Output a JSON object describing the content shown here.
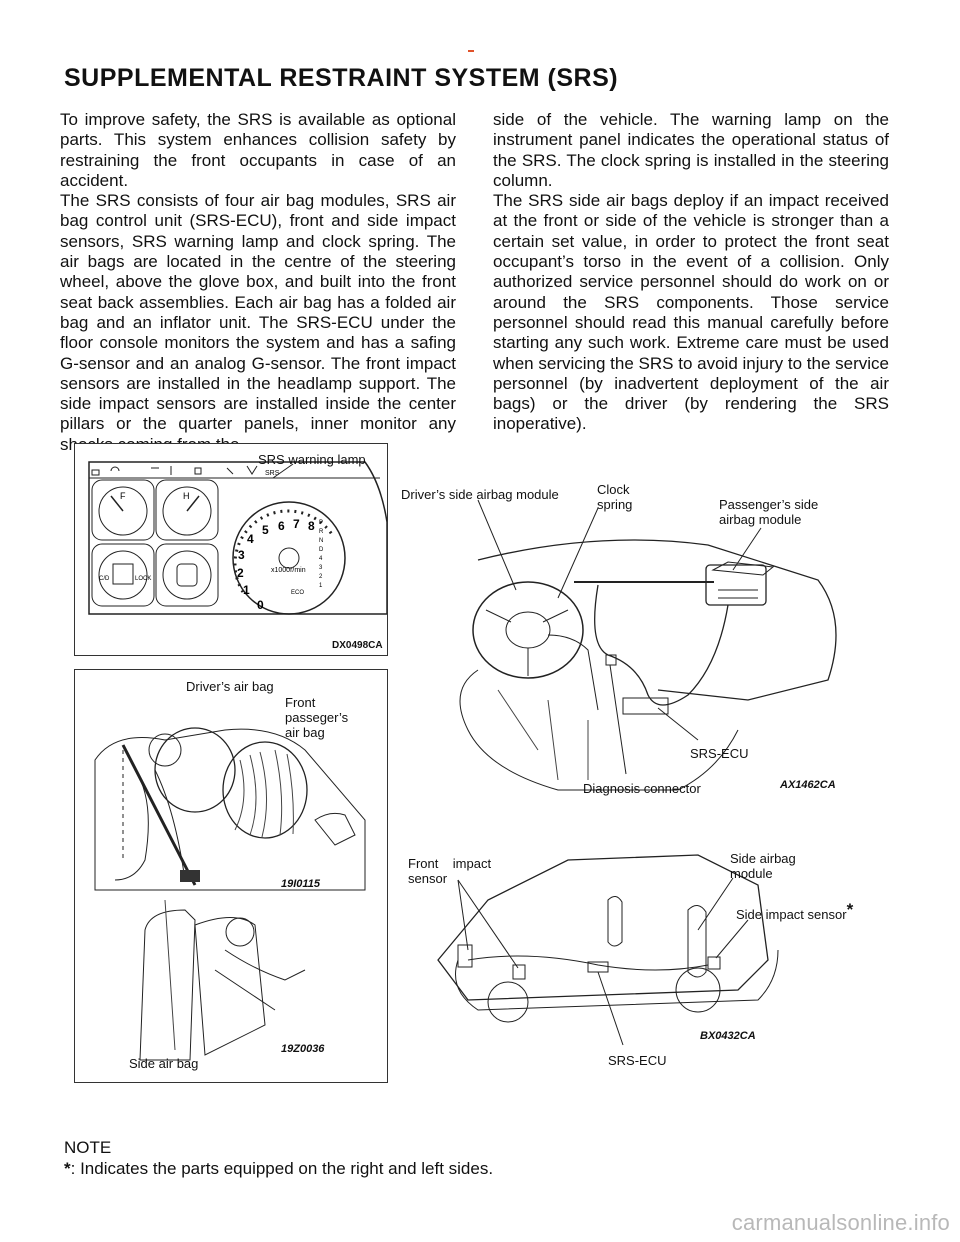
{
  "title": "SUPPLEMENTAL RESTRAINT SYSTEM (SRS)",
  "left_column": [
    "To improve safety, the SRS is available as optional parts. This system enhances collision safety by restraining the front occupants in case of an accident.",
    "The SRS consists of four air bag modules, SRS air bag control unit (SRS-ECU), front and side impact sensors, SRS warning lamp and clock spring. The air bags are located in the centre of the steering wheel, above the glove box, and built into the front seat back assemblies. Each air bag has a folded air bag and an inflator unit. The SRS-ECU under the floor console monitors the system and has a safing G-sensor and an analog G-sensor. The front impact sensors are installed in the headlamp support. The side impact sensors are installed inside the center pillars or the quarter panels, inner monitor any shocks coming from the"
  ],
  "right_column": [
    "side of the vehicle. The warning lamp on the instrument panel indicates the operational status of the SRS. The clock spring is installed in the steering column.",
    "The SRS side air bags deploy if an impact received at the front or side of the vehicle is stronger than a certain set value, in order to protect the front seat occupant’s torso in the event of a collision. Only authorized service personnel should do work on or around the SRS components. Those service personnel should read this manual carefully before starting any such work. Extreme care must be used when servicing the SRS to avoid injury to the service personnel (by inadvertent deployment of the air bags) or the driver (by rendering the SRS inoperative)."
  ],
  "figures": {
    "instrument_panel": {
      "label_warning_lamp": "SRS warning lamp",
      "code": "DX0498CA",
      "gauge_f": "F",
      "gauge_h": "H",
      "lamp_text_srs": "SRS",
      "tach_numbers": [
        "0",
        "1",
        "2",
        "3",
        "4",
        "5",
        "6",
        "7",
        "8"
      ],
      "tach_unit": "x1000r/min",
      "cd_label": "C/D",
      "lock_label": "LOCK",
      "gear_letters": [
        "P",
        "R",
        "N",
        "D",
        "4",
        "3",
        "2",
        "1"
      ],
      "eco_label": "ECO"
    },
    "airbags": {
      "label_driver": "Driver’s air bag",
      "label_front_passenger": "Front\npasseger’s\nair bag",
      "code_top": "19I0115",
      "label_side": "Side air bag",
      "code_bottom": "19Z0036"
    },
    "dashboard": {
      "label_driver_module": "Driver’s side airbag module",
      "label_clock_spring": "Clock\nspring",
      "label_passenger_module": "Passenger’s side\nairbag module",
      "label_srs_ecu": "SRS-ECU",
      "label_diagnosis": "Diagnosis connector",
      "code": "AX1462CA"
    },
    "vehicle": {
      "label_front_impact": "Front    impact\nsensor",
      "label_side_airbag": "Side airbag\nmodule",
      "label_side_impact": "Side impact sensor",
      "star": "*",
      "label_srs_ecu": "SRS-ECU",
      "code": "BX0432CA"
    }
  },
  "note": {
    "heading": "NOTE",
    "star": "*",
    "text": ": Indicates the parts equipped on the right and left sides."
  },
  "watermark": "carmanualsonline.info"
}
